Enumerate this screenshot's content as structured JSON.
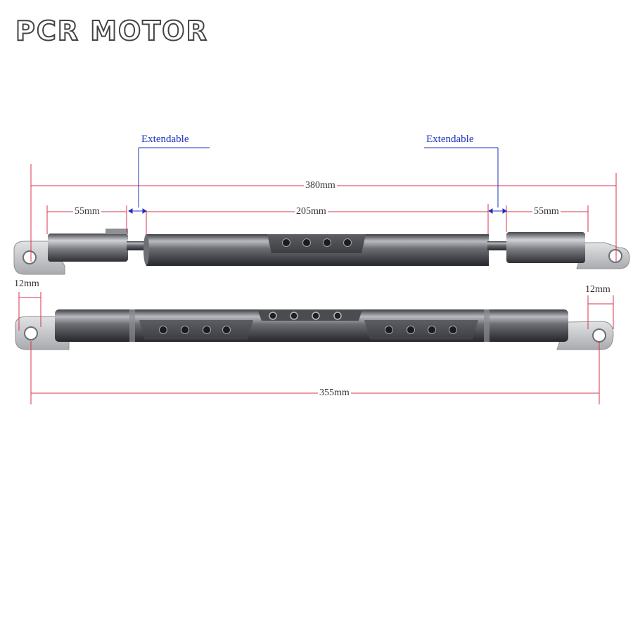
{
  "brand": {
    "logo_text": "PCR MOTOR"
  },
  "annotations": {
    "extendable_left": "Extendable",
    "extendable_right": "Extendable"
  },
  "dimensions": {
    "total_top": "380mm",
    "left_end": "55mm",
    "center": "205mm",
    "right_end": "55mm",
    "tab_left": "12mm",
    "tab_right": "12mm",
    "total_bottom": "355mm"
  },
  "colors": {
    "dimension_line": "#d9334d",
    "extend_line": "#1f2fbf",
    "metal_dark": "#55575c",
    "metal_light": "#c9cacd"
  }
}
